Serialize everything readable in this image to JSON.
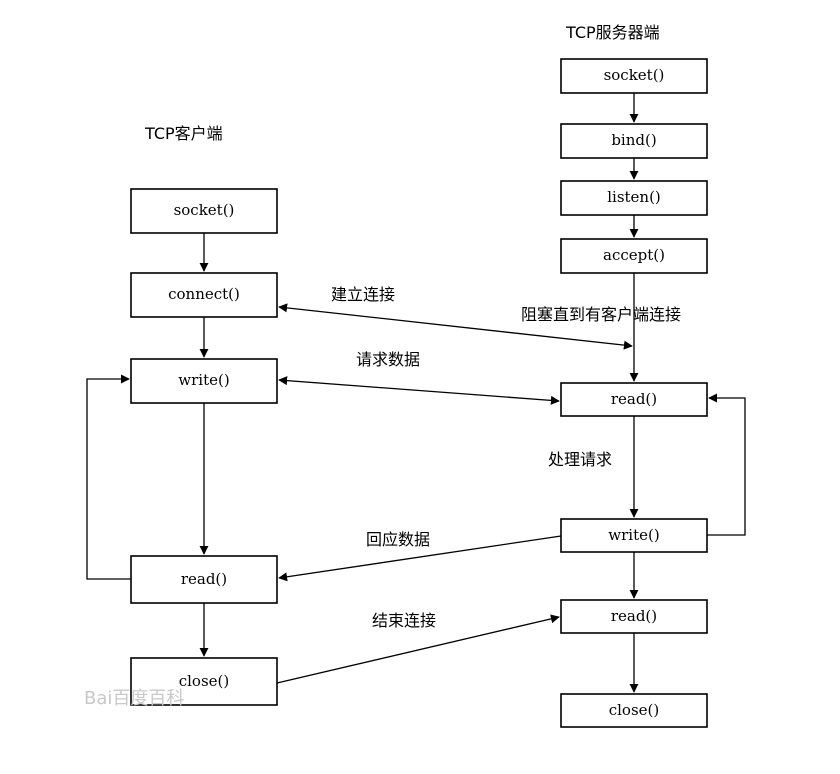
{
  "client": {
    "title": "TCP客户端",
    "nodes": {
      "socket": "socket()",
      "connect": "connect()",
      "write": "write()",
      "read": "read()",
      "close": "close()"
    }
  },
  "server": {
    "title": "TCP服务器端",
    "nodes": {
      "socket": "socket()",
      "bind": "bind()",
      "listen": "listen()",
      "accept": "accept()",
      "read1": "read()",
      "write": "write()",
      "read2": "read()",
      "close": "close()"
    }
  },
  "labels": {
    "establish": "建立连接",
    "block": "阻塞直到有客户端连接",
    "request": "请求数据",
    "process": "处理请求",
    "reply": "回应数据",
    "end": "结束连接"
  },
  "watermark": "Bai百度百科"
}
